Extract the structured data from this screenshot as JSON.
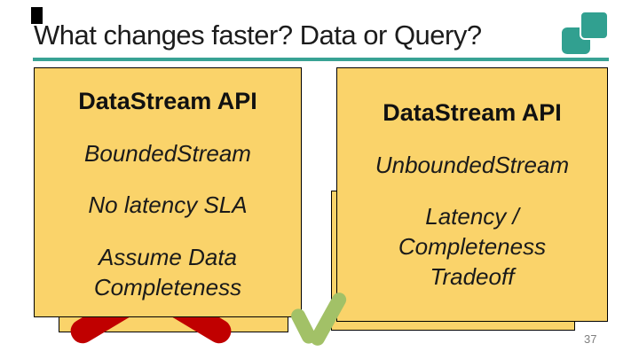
{
  "slide": {
    "title": "What changes faster? Data or Query?",
    "page_number": "37"
  },
  "cards": {
    "left": {
      "heading": "DataStream API",
      "items": [
        "BoundedStream",
        "No latency SLA",
        "Assume Data\nCompleteness"
      ],
      "verdict_icon": "red-x-icon",
      "verdict": "rejected"
    },
    "right": {
      "heading": "DataStream API",
      "items": [
        "UnboundedStream",
        "Latency /\nCompleteness\nTradeoff"
      ],
      "verdict_icon": "green-check-icon",
      "verdict": "accepted"
    }
  },
  "icons": {
    "logo": "teal-two-squares-logo",
    "left_verdict": "red-x-icon",
    "right_verdict": "green-check-icon"
  },
  "colors": {
    "card_fill": "#FAD36A",
    "card_border": "#000000",
    "accent_teal": "#38A294",
    "logo_teal": "#31A090",
    "x_red": "#C00000",
    "check_green": "#A2C167",
    "title_text": "#1C1C1C",
    "page_number_gray": "#7F7F7F"
  }
}
